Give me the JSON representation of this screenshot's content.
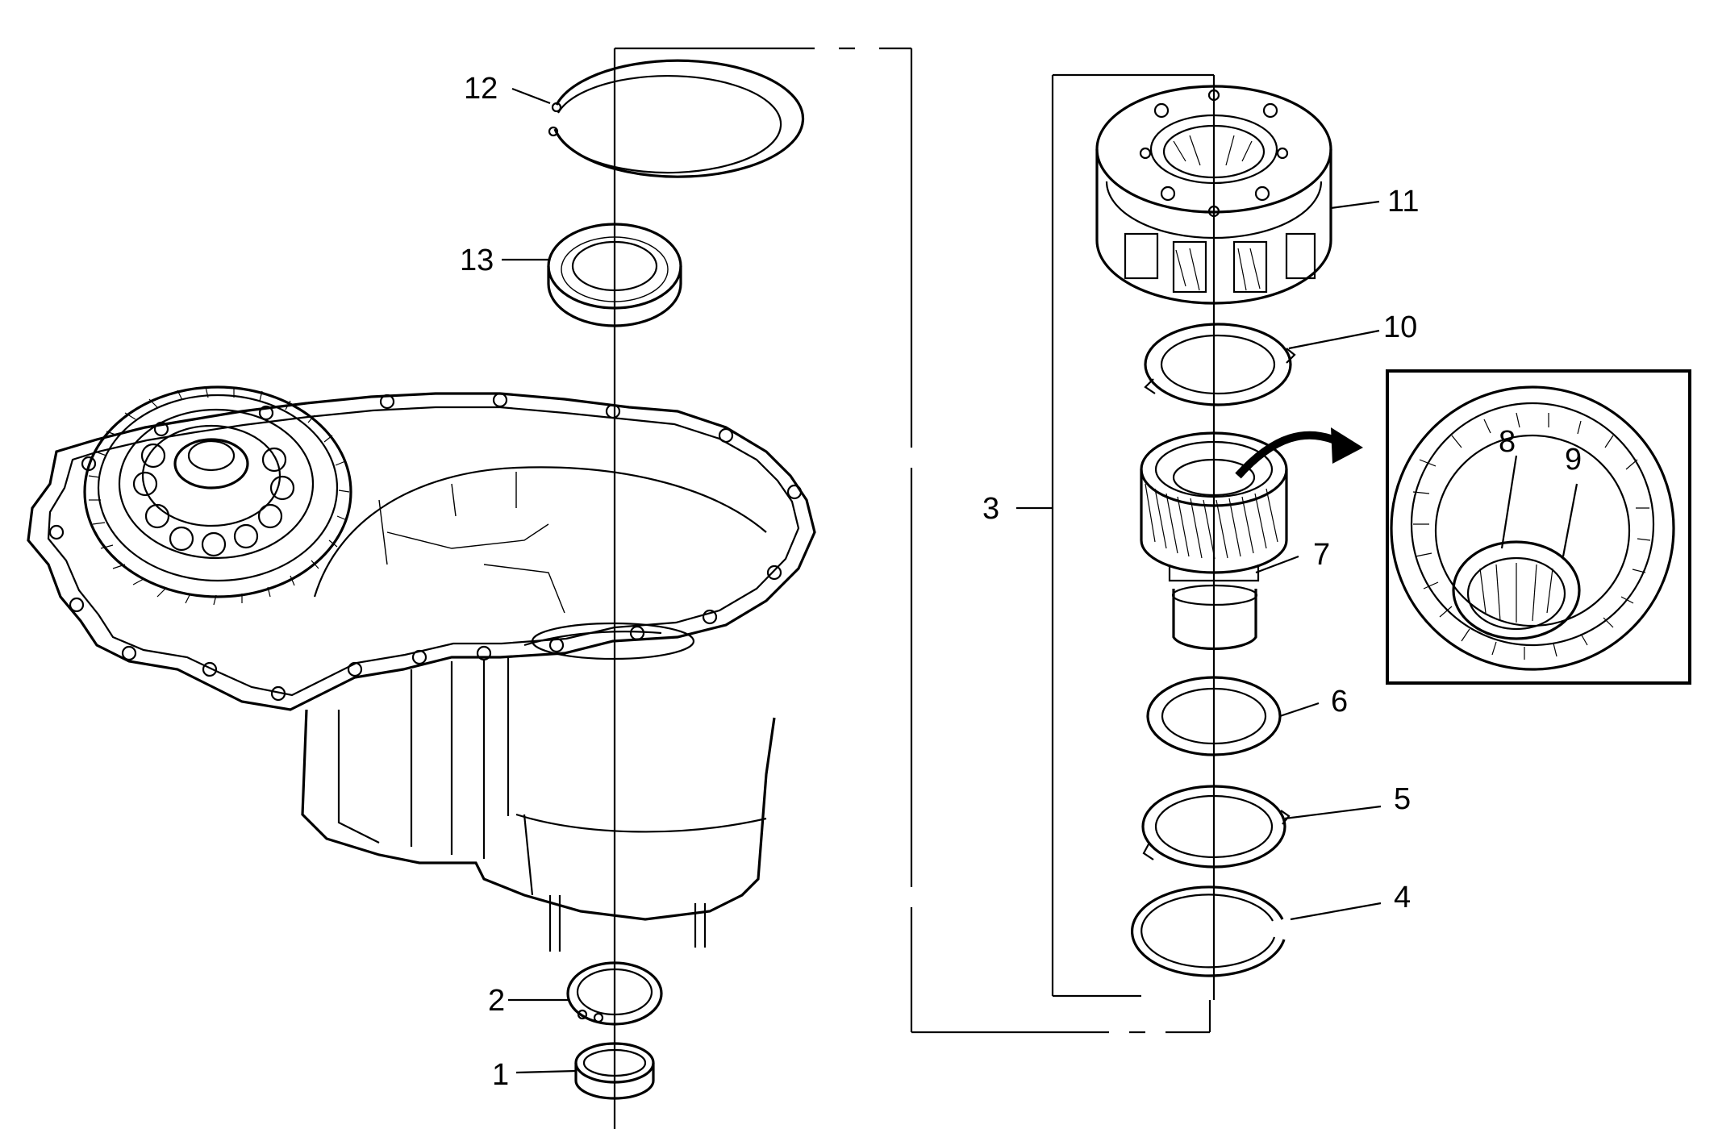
{
  "diagram": {
    "kind": "exploded-parts-view",
    "callouts": [
      {
        "id": "c1",
        "label": "1"
      },
      {
        "id": "c2",
        "label": "2"
      },
      {
        "id": "c3",
        "label": "3"
      },
      {
        "id": "c4",
        "label": "4"
      },
      {
        "id": "c5",
        "label": "5"
      },
      {
        "id": "c6",
        "label": "6"
      },
      {
        "id": "c7",
        "label": "7"
      },
      {
        "id": "c8",
        "label": "8"
      },
      {
        "id": "c9",
        "label": "9"
      },
      {
        "id": "c10",
        "label": "10"
      },
      {
        "id": "c11",
        "label": "11"
      },
      {
        "id": "c12",
        "label": "12"
      },
      {
        "id": "c13",
        "label": "13"
      }
    ],
    "colors": {
      "line": "#000000",
      "background": "#ffffff"
    }
  }
}
